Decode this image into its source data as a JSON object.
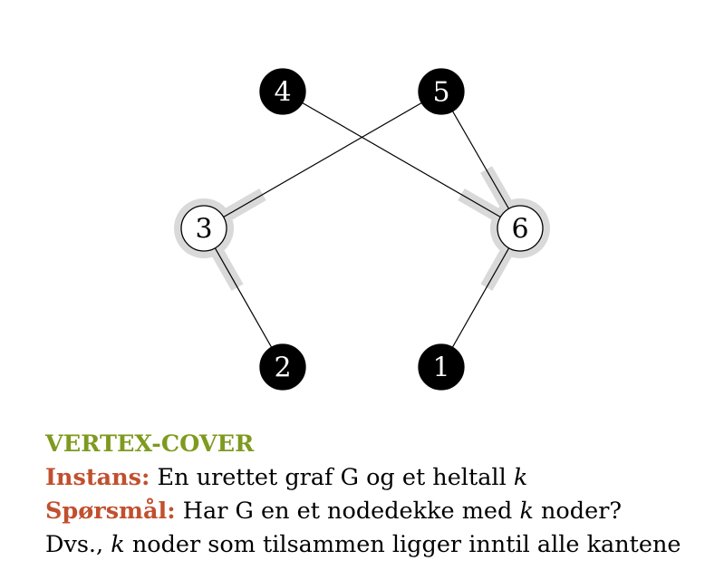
{
  "graph": {
    "nodes": [
      {
        "id": "4",
        "label": "4",
        "in_cover": false
      },
      {
        "id": "5",
        "label": "5",
        "in_cover": false
      },
      {
        "id": "3",
        "label": "3",
        "in_cover": true
      },
      {
        "id": "6",
        "label": "6",
        "in_cover": true
      },
      {
        "id": "2",
        "label": "2",
        "in_cover": false
      },
      {
        "id": "1",
        "label": "1",
        "in_cover": false
      }
    ],
    "edges": [
      {
        "from": "4",
        "to": "6"
      },
      {
        "from": "5",
        "to": "3"
      },
      {
        "from": "5",
        "to": "6"
      },
      {
        "from": "3",
        "to": "2"
      },
      {
        "from": "6",
        "to": "1"
      }
    ],
    "colors": {
      "cover_node_fill": "#ffffff",
      "other_node_fill": "#000000",
      "highlight": "#d9d9d9",
      "edge": "#000000"
    }
  },
  "text": {
    "problem_name": "VERTEX-COVER",
    "instance_label": "Instans:",
    "instance_text_before_k": "En urettet graf G og et heltall ",
    "question_label": "Spørsmål:",
    "question_text_before_k": "Har G en et nodedekke med ",
    "question_text_after_k": " noder?",
    "clarification_before_k": "Dvs., ",
    "clarification_after_k": " noder som tilsammen ligger inntil alle kantene",
    "k_symbol": "k"
  },
  "colors": {
    "problem_name": "#7e9a1f",
    "labels": "#c1502e"
  }
}
